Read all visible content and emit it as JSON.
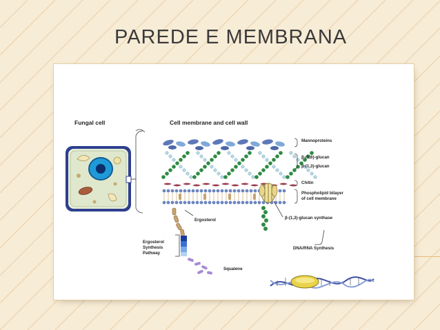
{
  "slide": {
    "title": "PAREDE E MEMBRANA",
    "accent_color": "#e9a65a",
    "background_color": "#f7ecd6"
  },
  "figure": {
    "fungal_cell_label": "Fungal cell",
    "cell_membrane_wall_label": "Cell membrane and cell wall",
    "layers": {
      "mannoproteins": "Mannoproteins",
      "beta16_glucan": "β-(1,6)-glucan",
      "beta13_glucan": "β-(1,3)-glucan",
      "chitin": "Chitin",
      "phospholipid_line1": "Phospholipid bilayer",
      "phospholipid_line2": "of cell membrane"
    },
    "glucan_synthase_label": "β-(1,3)-glucan synthase",
    "ergosterol_label": "Ergosterol",
    "pathway_line1": "Ergosterol",
    "pathway_line2": "Synthesis",
    "pathway_line3": "Pathway",
    "squalene_label": "Squalene",
    "dna_rna_label": "DNA/RNA Synthesis",
    "colors": {
      "glucan16": "#b8dbe8",
      "glucan13": "#2f8a43",
      "mannoprotein": "#5e78b8",
      "chitin": "#9b3a4a",
      "membrane_head": "#6c85c0",
      "ergosterol": "#c9a270",
      "synthase": "#f0e3a0",
      "squalene": "#a78ad6"
    }
  }
}
